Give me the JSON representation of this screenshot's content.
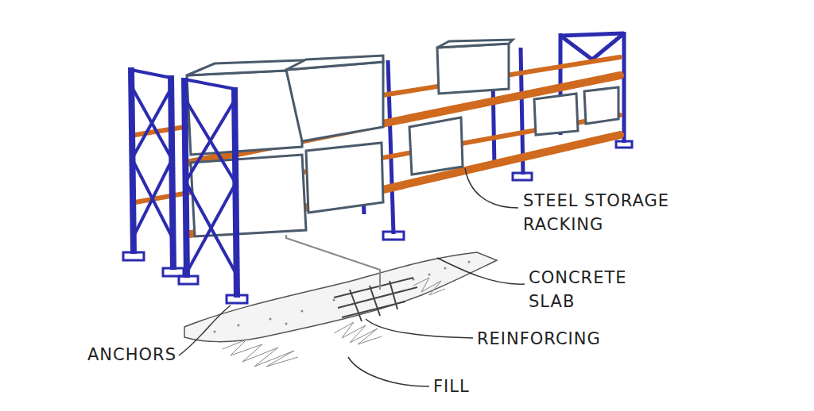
{
  "diagram": {
    "labels": [
      "STEEL STORAGE RACKING",
      "CONCRETE SLAB",
      "REINFORCING",
      "FILL",
      "ANCHORS"
    ]
  }
}
